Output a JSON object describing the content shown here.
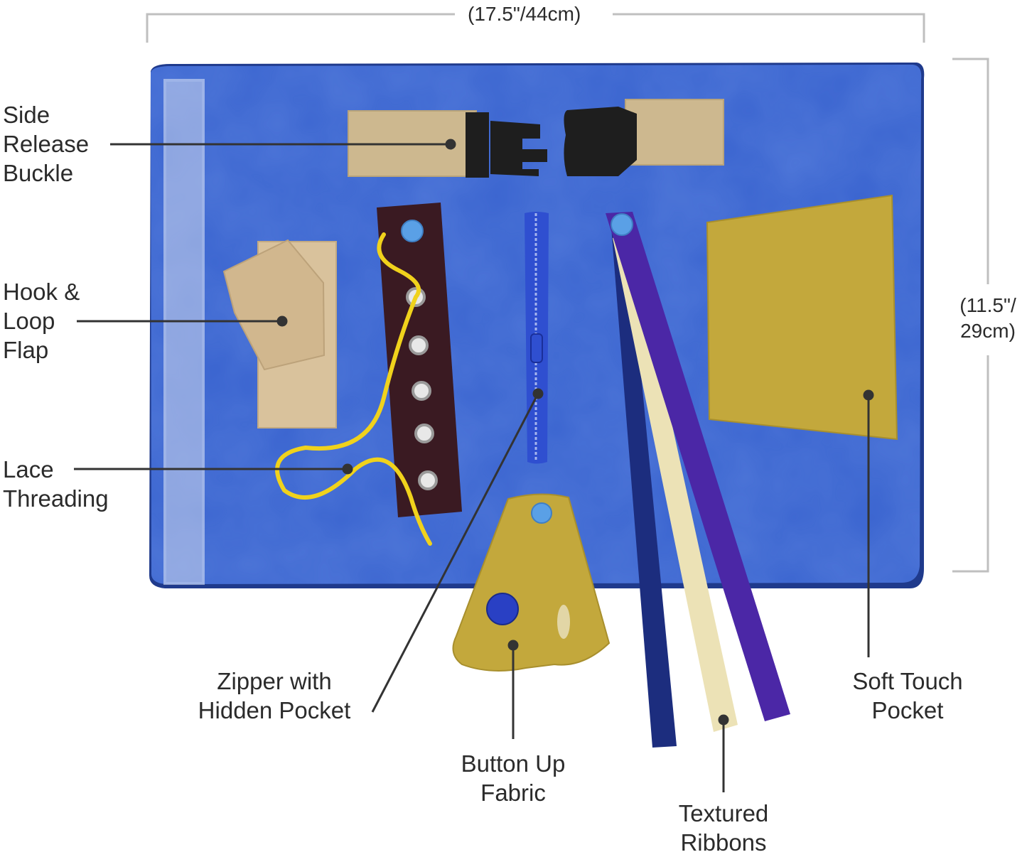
{
  "dimensions": {
    "width": "(17.5\"/44cm)",
    "height_line1": "(11.5\"/",
    "height_line2": "29cm)"
  },
  "labels": {
    "side_release_buckle": [
      "Side",
      "Release",
      "Buckle"
    ],
    "hook_loop_flap": [
      "Hook &",
      "Loop",
      "Flap"
    ],
    "lace_threading": [
      "Lace",
      "Threading"
    ],
    "zipper_hidden_pocket": [
      "Zipper with",
      "Hidden Pocket"
    ],
    "button_up_fabric": [
      "Button Up",
      "Fabric"
    ],
    "textured_ribbons": [
      "Textured",
      "Ribbons"
    ],
    "soft_touch_pocket": [
      "Soft Touch",
      "Pocket"
    ]
  },
  "colors": {
    "mat": "#3a64cf",
    "mat_edge": "#1f3a8c",
    "strap": "#cdb88f",
    "buckle": "#1e1e1e",
    "lace_strip": "#3a1a22",
    "lace": "#f0d21c",
    "snap": "#5aa0e6",
    "mustard": "#c3a83c",
    "ribbon_purple": "#4b27a6",
    "ribbon_cream": "#ece2b6",
    "ribbon_navy": "#1c2d7e",
    "leader": "#333333",
    "dimension_line": "#bfbfbf"
  }
}
